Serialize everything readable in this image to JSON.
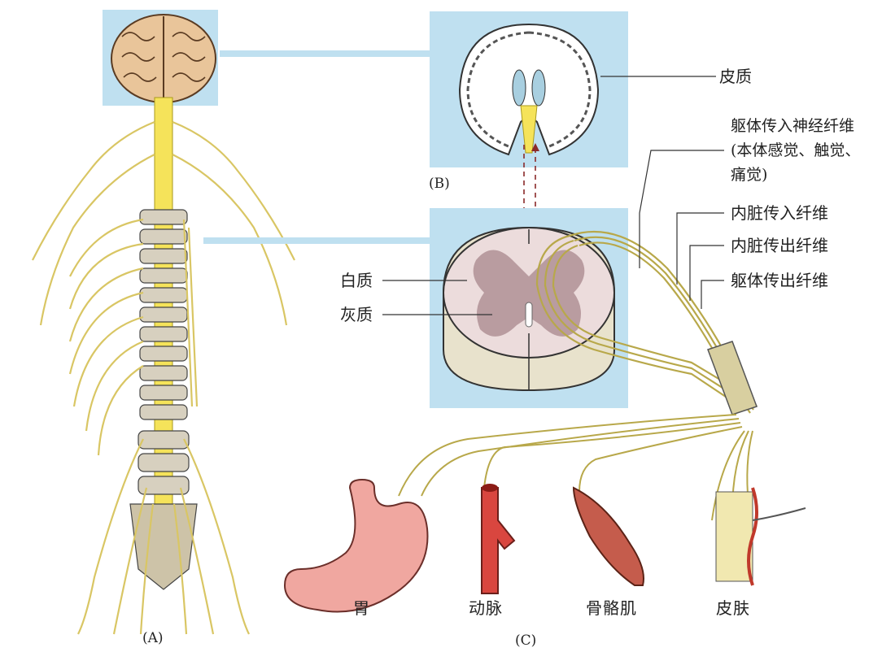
{
  "panels": {
    "a_tag": "(A)",
    "b_tag": "(B)",
    "c_tag": "(C)"
  },
  "labels": {
    "cortex": "皮质",
    "somatic_afferent": "躯体传入神经纤维(本体感觉、触觉、痛觉)",
    "visceral_afferent": "内脏传入纤维",
    "visceral_efferent": "内脏传出纤维",
    "somatic_efferent": "躯体传出纤维",
    "white_matter": "白质",
    "gray_matter": "灰质"
  },
  "organs": {
    "stomach": "胃",
    "artery": "动脉",
    "skeletal_muscle": "骨骼肌",
    "skin": "皮肤"
  },
  "colors": {
    "highlight_box": "#bfe0f0",
    "nerve": "#e8d98a",
    "spinal_cord": "#f5e35a",
    "brain": "#e9c59a",
    "gray_matter": "#b99ca0",
    "white_matter": "#ecdcdc",
    "artery": "#d9463f",
    "stomach": "#f0a7a0"
  }
}
